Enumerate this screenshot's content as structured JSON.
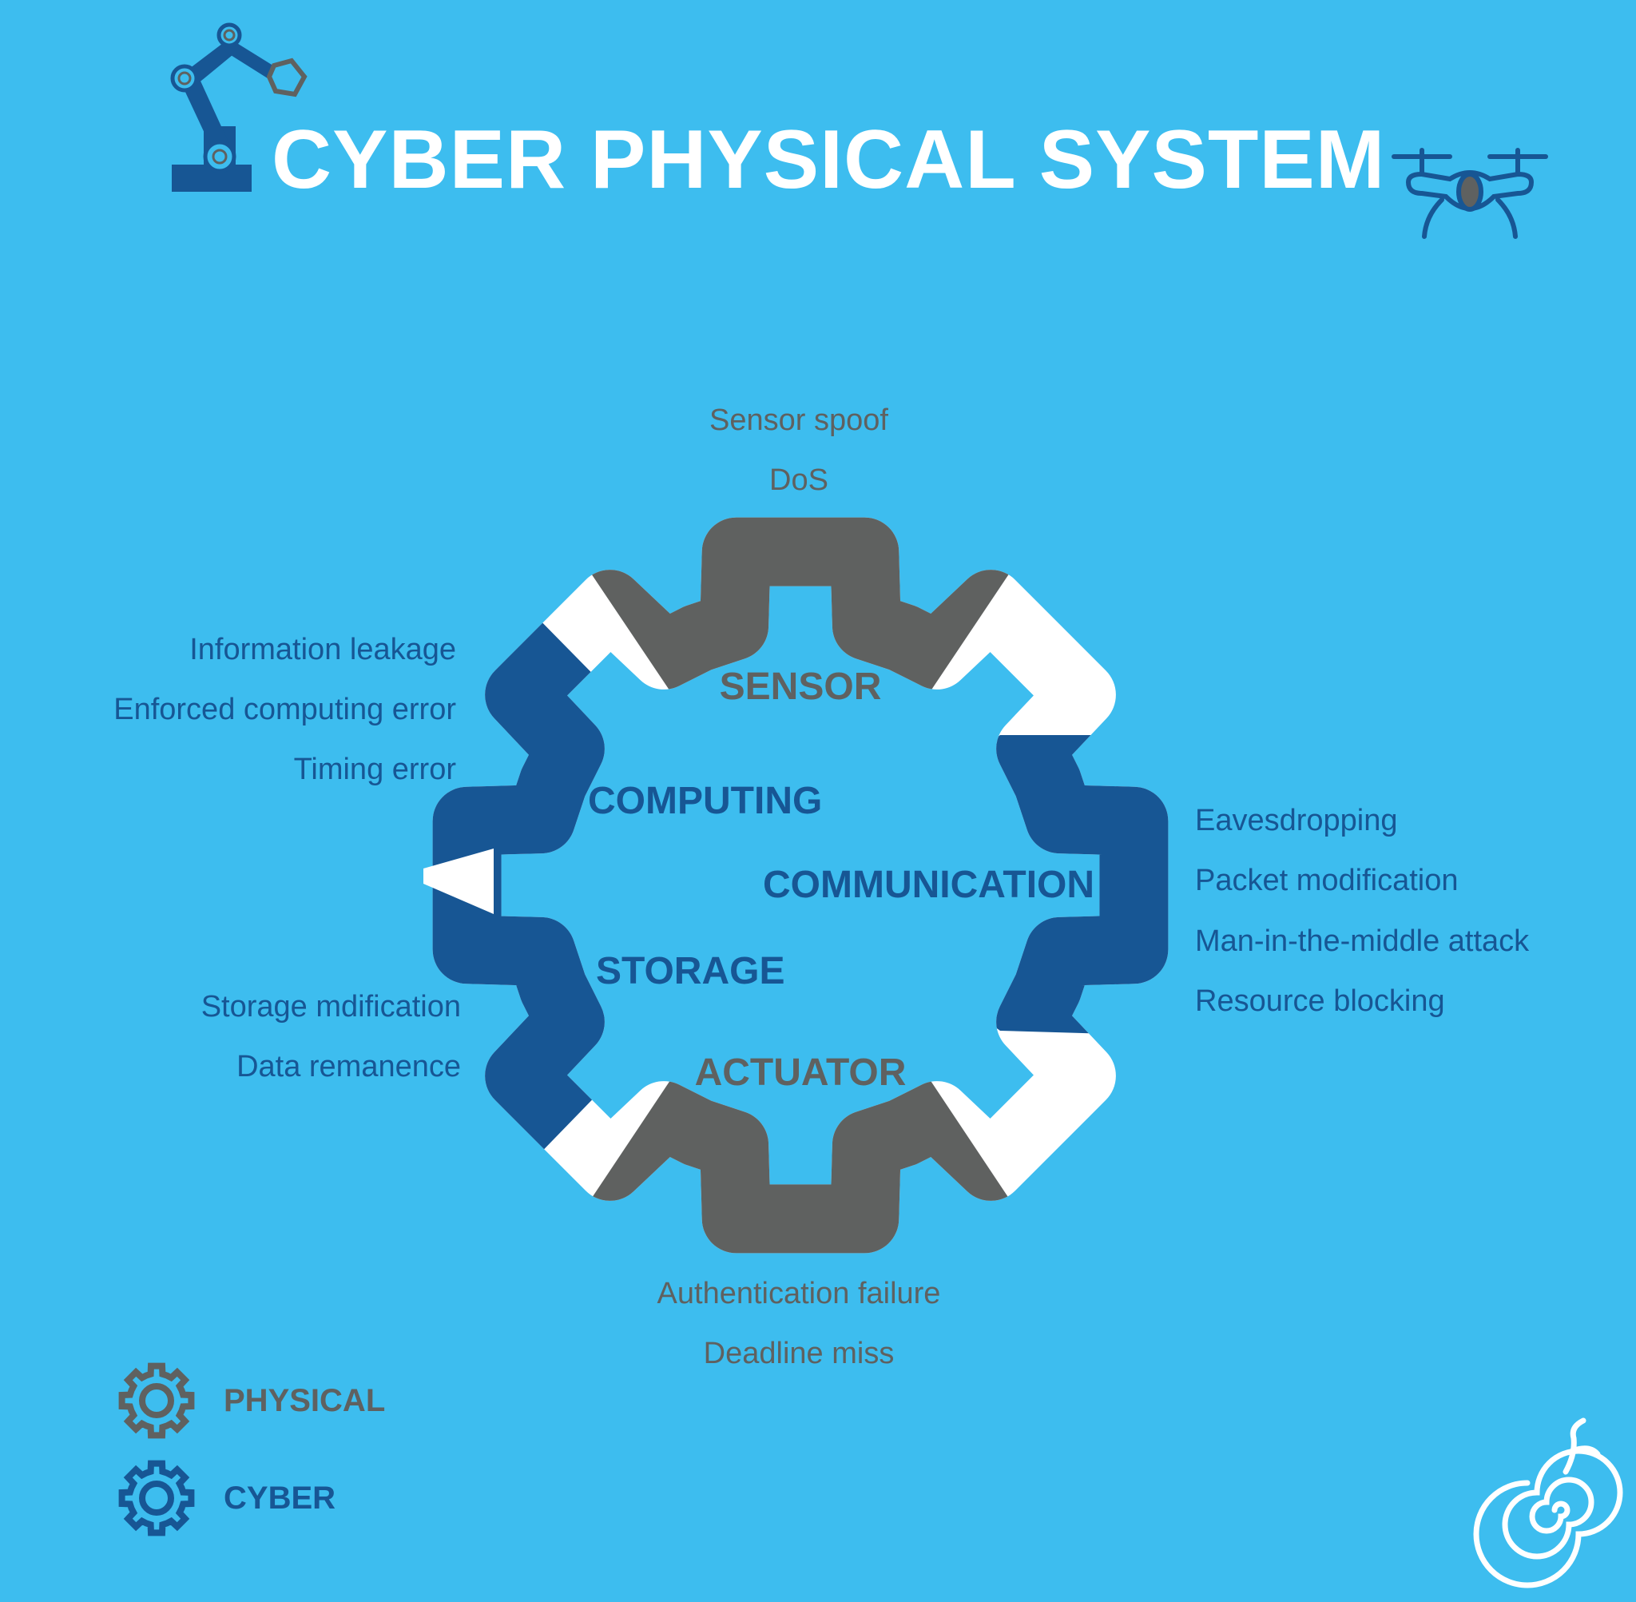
{
  "title": "CYBER PHYSICAL SYSTEM",
  "colors": {
    "background": "#3dbdef",
    "physical": "#5f6160",
    "cyber": "#175694",
    "white": "#ffffff"
  },
  "icons": {
    "top_left": "robotic-arm-icon",
    "top_right": "drone-icon",
    "bottom_right": "spiral-logo-icon"
  },
  "components": {
    "sensor": {
      "label": "SENSOR",
      "type": "physical",
      "threats": [
        "Sensor spoof",
        "DoS"
      ]
    },
    "computing": {
      "label": "COMPUTING",
      "type": "cyber",
      "threats": [
        "Information leakage",
        "Enforced computing error",
        "Timing error"
      ]
    },
    "communication": {
      "label": "COMMUNICATION",
      "type": "cyber",
      "threats": [
        "Eavesdropping",
        "Packet modification",
        "Man-in-the-middle attack",
        "Resource blocking"
      ]
    },
    "storage": {
      "label": "STORAGE",
      "type": "cyber",
      "threats": [
        "Storage mdification",
        "Data remanence"
      ]
    },
    "actuator": {
      "label": "ACTUATOR",
      "type": "physical",
      "threats": [
        "Authentication failure",
        "Deadline miss"
      ]
    }
  },
  "legend": {
    "physical": "PHYSICAL",
    "cyber": "CYBER"
  }
}
